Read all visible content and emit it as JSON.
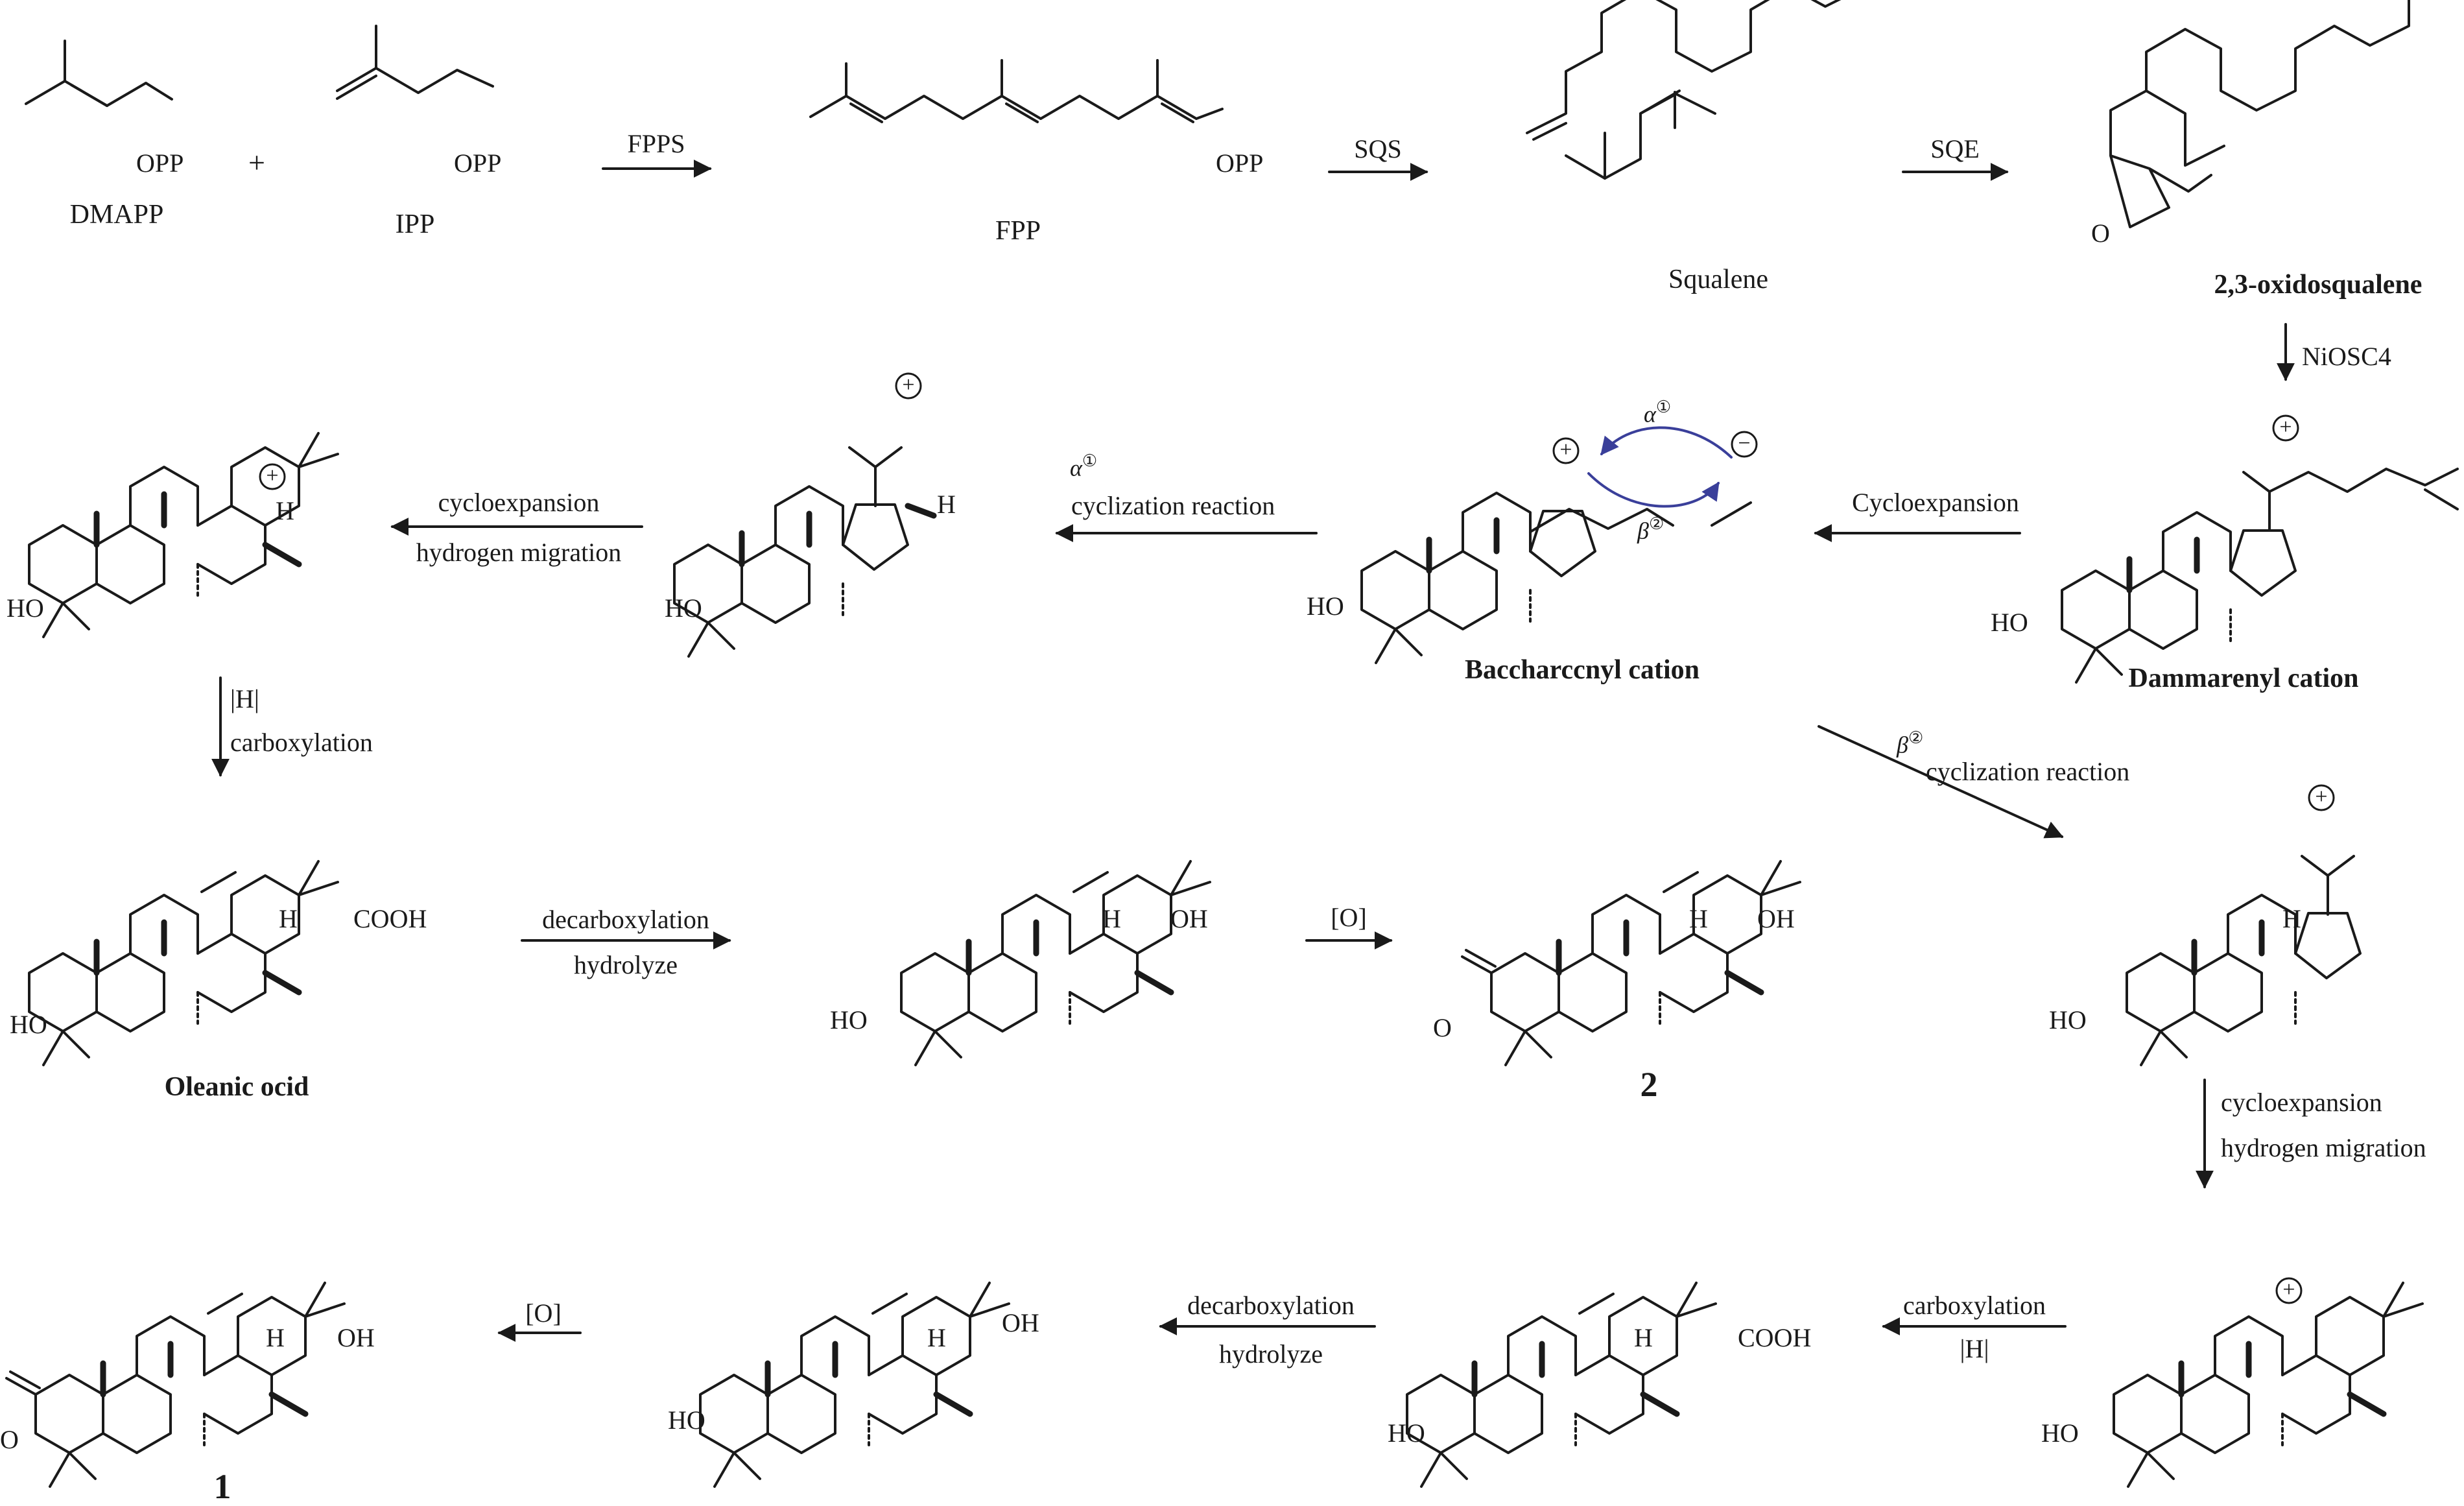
{
  "compounds": {
    "dmapp": "DMAPP",
    "ipp": "IPP",
    "fpp": "FPP",
    "squalene": "Squalene",
    "oxidosqualene": "2,3-oxidosqualene",
    "baccharenyl": "Baccharccnyl cation",
    "dammarenyl": "Dammarenyl cation",
    "oleanic": "Oleanic ocid",
    "c2": "2",
    "c1": "1"
  },
  "steps": {
    "fpps": "FPPS",
    "sqs": "SQS",
    "sqe": "SQE",
    "niosc4": "NiOSC4",
    "cycloexpansion": "Cycloexpansion",
    "alpha_cyc": "cyclization reaction",
    "expand_a1": "cycloexpansion",
    "expand_a2": "hydrogen migration",
    "carbox_a1": "|H|",
    "carbox_a2": "carboxylation",
    "decarb_a1": "decarboxylation",
    "decarb_a2": "hydrolyze",
    "oxid_a": "[O]",
    "beta_cyc": "cyclization reaction",
    "expand_b1": "cycloexpansion",
    "expand_b2": "hydrogen migration",
    "carbox_b1": "carboxylation",
    "carbox_b2": "|H|",
    "decarb_b1": "decarboxylation",
    "decarb_b2": "hydrolyze",
    "oxid_b": "[O]",
    "plus": "+"
  },
  "greek": {
    "alpha": "α",
    "beta": "β",
    "one": "①",
    "two": "②"
  },
  "atoms": {
    "opp": "OPP",
    "ho": "HO",
    "oh": "OH",
    "cooh": "COOH",
    "h": "H",
    "o": "O",
    "plus": "+",
    "minus": "−"
  },
  "colors": {
    "ink": "#1a1a1a",
    "arrow_blue": "#3a3f9a"
  }
}
